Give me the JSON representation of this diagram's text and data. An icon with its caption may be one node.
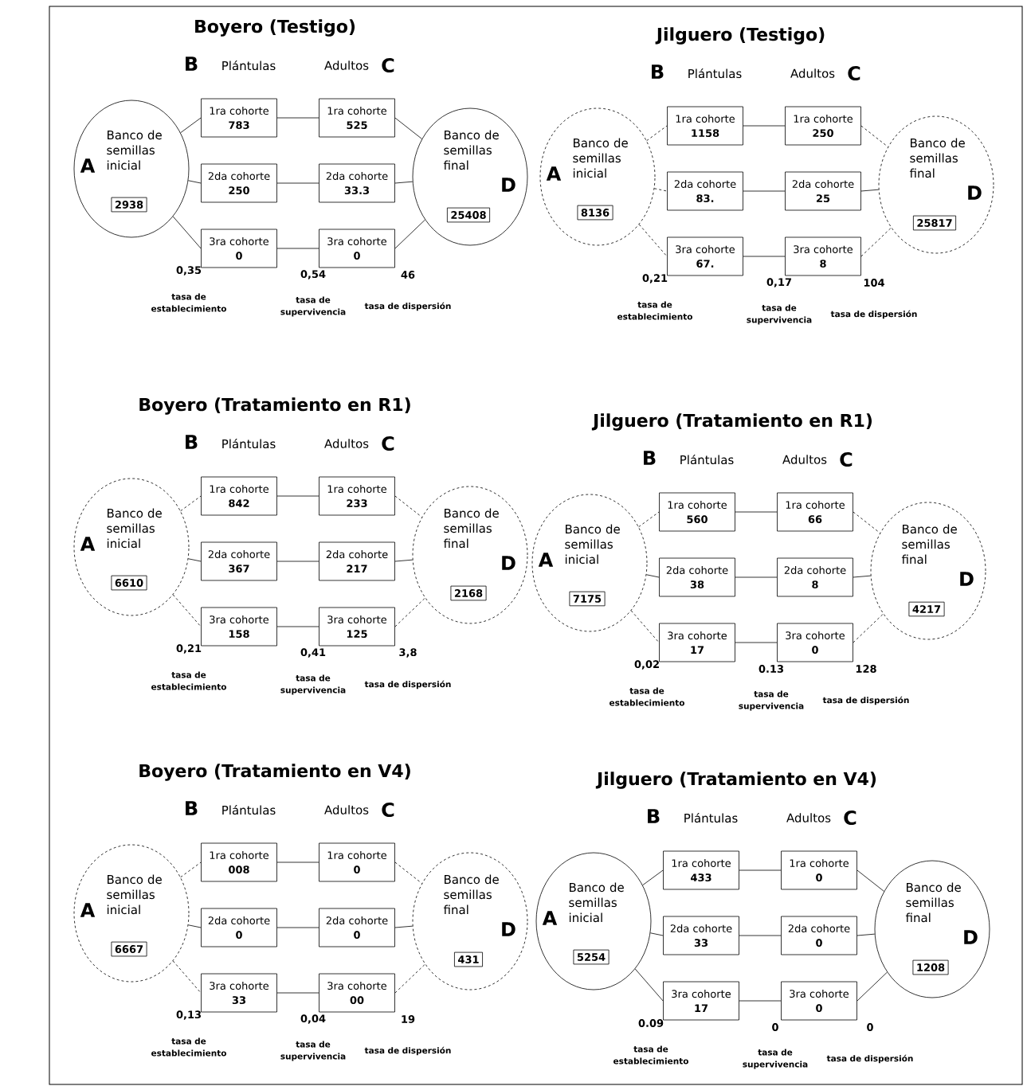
{
  "diagram": {
    "nodes": [
      {
        "text": [
          "Banco de semillas inicial"
        ]
      },
      {
        "text": [
          "2938"
        ],
        "in": 0
      },
      {
        "text": [
          "1ra cohorte",
          "783"
        ]
      },
      {
        "text": [
          "2da cohorte",
          "250"
        ]
      },
      {
        "text": [
          "3ra cohorte",
          "0"
        ]
      },
      {
        "text": [
          "1ra cohorte",
          "525"
        ]
      },
      {
        "text": [
          "2da cohorte",
          "33.3"
        ]
      },
      {
        "text": [
          "3ra cohorte",
          "0"
        ]
      },
      {
        "text": [
          "Banco de semillas final"
        ]
      },
      {
        "text": [
          "25408"
        ],
        "in": 8
      },
      {
        "text": [
          "Banco de semillas inicial"
        ]
      },
      {
        "text": [
          "8136"
        ],
        "in": 10
      },
      {
        "text": [
          "1ra cohorte",
          "1158"
        ]
      },
      {
        "text": [
          "2da cohorte",
          "83."
        ]
      },
      {
        "text": [
          "3ra cohorte",
          "67."
        ]
      },
      {
        "text": [
          "1ra cohorte",
          "250"
        ]
      },
      {
        "text": [
          "2da cohorte",
          "25"
        ]
      },
      {
        "text": [
          "3ra cohorte",
          "8"
        ]
      },
      {
        "text": [
          "Banco de semillas final"
        ]
      },
      {
        "text": [
          "25817"
        ],
        "in": 18
      },
      {
        "text": [
          "Banco de semillas inicial"
        ]
      },
      {
        "text": [
          "6610"
        ],
        "in": 20
      },
      {
        "text": [
          "1ra cohorte",
          "842"
        ]
      },
      {
        "text": [
          "2da cohorte",
          "367"
        ]
      },
      {
        "text": [
          "3ra cohorte",
          "158"
        ]
      },
      {
        "text": [
          "1ra cohorte",
          "233"
        ]
      },
      {
        "text": [
          "2da cohorte",
          "217"
        ]
      },
      {
        "text": [
          "3ra cohorte",
          "125"
        ]
      },
      {
        "text": [
          "Banco de semillas final"
        ]
      },
      {
        "text": [
          "2168"
        ],
        "in": 28
      },
      {
        "text": [
          "Banco de semillas inicial"
        ]
      },
      {
        "text": [
          "7175"
        ],
        "in": 30
      },
      {
        "text": [
          "1ra cohorte",
          "560"
        ]
      },
      {
        "text": [
          "2da cohorte",
          "38"
        ]
      },
      {
        "text": [
          "3ra cohorte",
          "17"
        ]
      },
      {
        "text": [
          "1ra cohorte",
          "66"
        ]
      },
      {
        "text": [
          "2da cohorte",
          "8"
        ]
      },
      {
        "text": [
          "3ra cohorte",
          "0"
        ]
      },
      {
        "text": [
          "Banco de semillas final"
        ]
      },
      {
        "text": [
          "4217"
        ],
        "in": 38
      },
      {
        "text": [
          "Banco de semillas inicial"
        ]
      },
      {
        "text": [
          "6667"
        ],
        "in": 40
      },
      {
        "text": [
          "1ra cohorte",
          "008"
        ]
      },
      {
        "text": [
          "2da cohorte",
          "0"
        ]
      },
      {
        "text": [
          "3ra cohorte",
          "33"
        ]
      },
      {
        "text": [
          "1ra cohorte",
          "0"
        ]
      },
      {
        "text": [
          "2da cohorte",
          "0"
        ]
      },
      {
        "text": [
          "3ra cohorte",
          "00"
        ]
      },
      {
        "text": [
          "Banco de semillas final"
        ]
      },
      {
        "text": [
          "431"
        ],
        "in": 48
      },
      {
        "text": [
          "Banco de semillas inicial"
        ]
      },
      {
        "text": [
          "5254"
        ],
        "in": 50
      },
      {
        "text": [
          "1ra cohorte",
          "433"
        ]
      },
      {
        "text": [
          "2da cohorte",
          "33"
        ]
      },
      {
        "text": [
          "3ra cohorte",
          "17"
        ]
      },
      {
        "text": [
          "1ra cohorte",
          "0"
        ]
      },
      {
        "text": [
          "2da cohorte",
          "0"
        ]
      },
      {
        "text": [
          "3ra cohorte",
          "0"
        ]
      },
      {
        "text": [
          "Banco de semillas final"
        ]
      },
      {
        "text": [
          "1208"
        ],
        "in": 58
      }
    ],
    "edges": [
      {
        "from": 0,
        "to": 2,
        "arrow": "none"
      },
      {
        "from": 0,
        "to": 3,
        "arrow": "none"
      },
      {
        "from": 0,
        "to": 4,
        "arrow": "none"
      },
      {
        "from": 2,
        "to": 5,
        "arrow": "none"
      },
      {
        "from": 3,
        "to": 6,
        "arrow": "none"
      },
      {
        "from": 4,
        "to": 7,
        "arrow": "none"
      },
      {
        "from": 5,
        "to": 8,
        "arrow": "none"
      },
      {
        "from": 6,
        "to": 8,
        "arrow": "none"
      },
      {
        "from": 7,
        "to": 8,
        "arrow": "none"
      },
      {
        "from": 10,
        "to": 12,
        "arrow": "none",
        "style": "dashed"
      },
      {
        "from": 10,
        "to": 13,
        "arrow": "none",
        "style": "dashed"
      },
      {
        "from": 10,
        "to": 14,
        "arrow": "none",
        "style": "dashed"
      },
      {
        "from": 12,
        "to": 15,
        "arrow": "none"
      },
      {
        "from": 13,
        "to": 16,
        "arrow": "none"
      },
      {
        "from": 14,
        "to": 17,
        "arrow": "none"
      },
      {
        "from": 15,
        "to": 18,
        "arrow": "none",
        "style": "dashed"
      },
      {
        "from": 16,
        "to": 18,
        "arrow": "none"
      },
      {
        "from": 17,
        "to": 18,
        "arrow": "none",
        "style": "dashed"
      },
      {
        "from": 20,
        "to": 22,
        "arrow": "none",
        "style": "dashed"
      },
      {
        "from": 20,
        "to": 23,
        "arrow": "none"
      },
      {
        "from": 20,
        "to": 24,
        "arrow": "none",
        "style": "dashed"
      },
      {
        "from": 22,
        "to": 25,
        "arrow": "none"
      },
      {
        "from": 23,
        "to": 26,
        "arrow": "none"
      },
      {
        "from": 24,
        "to": 27,
        "arrow": "none"
      },
      {
        "from": 25,
        "to": 28,
        "arrow": "none",
        "style": "dashed"
      },
      {
        "from": 26,
        "to": 28,
        "arrow": "none"
      },
      {
        "from": 27,
        "to": 28,
        "arrow": "none",
        "style": "dashed"
      },
      {
        "from": 30,
        "to": 32,
        "arrow": "none",
        "style": "dashed"
      },
      {
        "from": 30,
        "to": 33,
        "arrow": "none"
      },
      {
        "from": 30,
        "to": 34,
        "arrow": "none",
        "style": "dashed"
      },
      {
        "from": 32,
        "to": 35,
        "arrow": "none"
      },
      {
        "from": 33,
        "to": 36,
        "arrow": "none"
      },
      {
        "from": 34,
        "to": 37,
        "arrow": "none"
      },
      {
        "from": 35,
        "to": 38,
        "arrow": "none",
        "style": "dashed"
      },
      {
        "from": 36,
        "to": 38,
        "arrow": "none"
      },
      {
        "from": 37,
        "to": 38,
        "arrow": "none",
        "style": "dashed"
      },
      {
        "from": 40,
        "to": 42,
        "arrow": "none",
        "style": "dashed"
      },
      {
        "from": 40,
        "to": 43,
        "arrow": "none"
      },
      {
        "from": 40,
        "to": 44,
        "arrow": "none",
        "style": "dashed"
      },
      {
        "from": 42,
        "to": 45,
        "arrow": "none"
      },
      {
        "from": 43,
        "to": 46,
        "arrow": "none"
      },
      {
        "from": 44,
        "to": 47,
        "arrow": "none"
      },
      {
        "from": 45,
        "to": 48,
        "arrow": "none",
        "style": "dashed"
      },
      {
        "from": 46,
        "to": 48,
        "arrow": "none"
      },
      {
        "from": 47,
        "to": 48,
        "arrow": "none",
        "style": "dashed"
      },
      {
        "from": 50,
        "to": 52,
        "arrow": "none"
      },
      {
        "from": 50,
        "to": 53,
        "arrow": "none"
      },
      {
        "from": 50,
        "to": 54,
        "arrow": "none"
      },
      {
        "from": 52,
        "to": 55,
        "arrow": "none"
      },
      {
        "from": 53,
        "to": 56,
        "arrow": "none"
      },
      {
        "from": 54,
        "to": 57,
        "arrow": "none"
      },
      {
        "from": 55,
        "to": 58,
        "arrow": "none"
      },
      {
        "from": 56,
        "to": 58,
        "arrow": "none"
      },
      {
        "from": 57,
        "to": 58,
        "arrow": "none"
      }
    ],
    "labels": [
      "Boyero (Testigo)",
      "B",
      "Plántulas",
      "Adultos",
      "C",
      "A",
      "D",
      "0,35",
      "tasa de establecimiento",
      "0,54",
      "tasa de supervivencia",
      "46",
      "tasa de dispersión",
      "Jilguero (Testigo)",
      "B",
      "Plántulas",
      "Adultos",
      "C",
      "A",
      "D",
      "0,21",
      "tasa de establecimiento",
      "0,17",
      "tasa de supervivencia",
      "104",
      "tasa de dispersión",
      "Boyero (Tratamiento en R1)",
      "B",
      "Plántulas",
      "Adultos",
      "C",
      "A",
      "D",
      "0,21",
      "tasa de establecimiento",
      "0,41",
      "tasa de supervivencia",
      "3,8",
      "tasa de dispersión",
      "Jilguero (Tratamiento en R1)",
      "B",
      "Plántulas",
      "Adultos",
      "C",
      "A",
      "D",
      "0,02",
      "tasa de establecimiento",
      "0.13",
      "tasa de supervivencia",
      "128",
      "tasa de dispersión",
      "Boyero (Tratamiento en V4)",
      "B",
      "Plántulas",
      "Adultos",
      "C",
      "A",
      "D",
      "0,13",
      "tasa de establecimiento",
      "0,04",
      "tasa de supervivencia",
      "19",
      "tasa de dispersión",
      "Jilguero (Tratamiento en V4)",
      "B",
      "Plántulas",
      "Adultos",
      "C",
      "A",
      "D",
      "0.09",
      "tasa de establecimiento",
      "0",
      "tasa de supervivencia",
      "0",
      "tasa de dispersión"
    ]
  }
}
